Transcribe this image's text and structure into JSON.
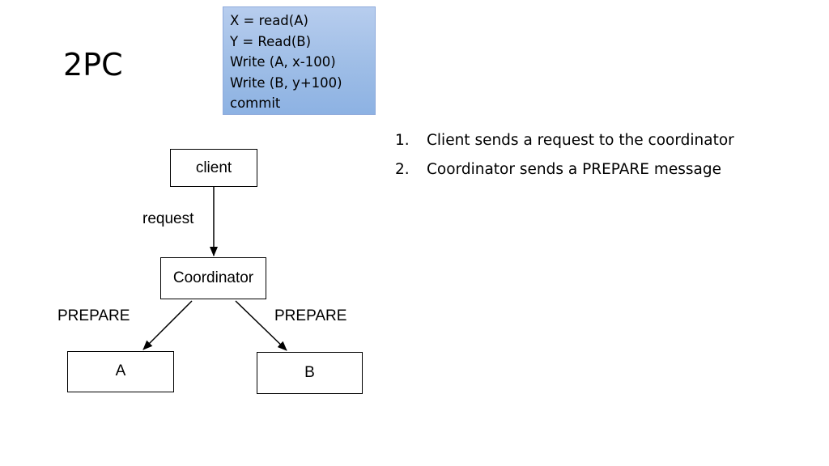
{
  "slide": {
    "title": "2PC"
  },
  "transaction": {
    "lines": [
      "X = read(A)",
      "Y = Read(B)",
      "Write (A, x-100)",
      "Write (B, y+100)",
      "commit"
    ]
  },
  "steps": [
    {
      "number": "1.",
      "text": "Client sends a request to the coordinator"
    },
    {
      "number": "2.",
      "text": "Coordinator sends a PREPARE message"
    }
  ],
  "diagram": {
    "nodes": {
      "client": "client",
      "coordinator": "Coordinator",
      "a": "A",
      "b": "B"
    },
    "edges": {
      "client_to_coordinator": "request",
      "coordinator_to_a": "PREPARE",
      "coordinator_to_b": "PREPARE"
    }
  },
  "colors": {
    "transaction_box_fill": "#9ebde6",
    "transaction_box_border": "#8eaadb"
  }
}
